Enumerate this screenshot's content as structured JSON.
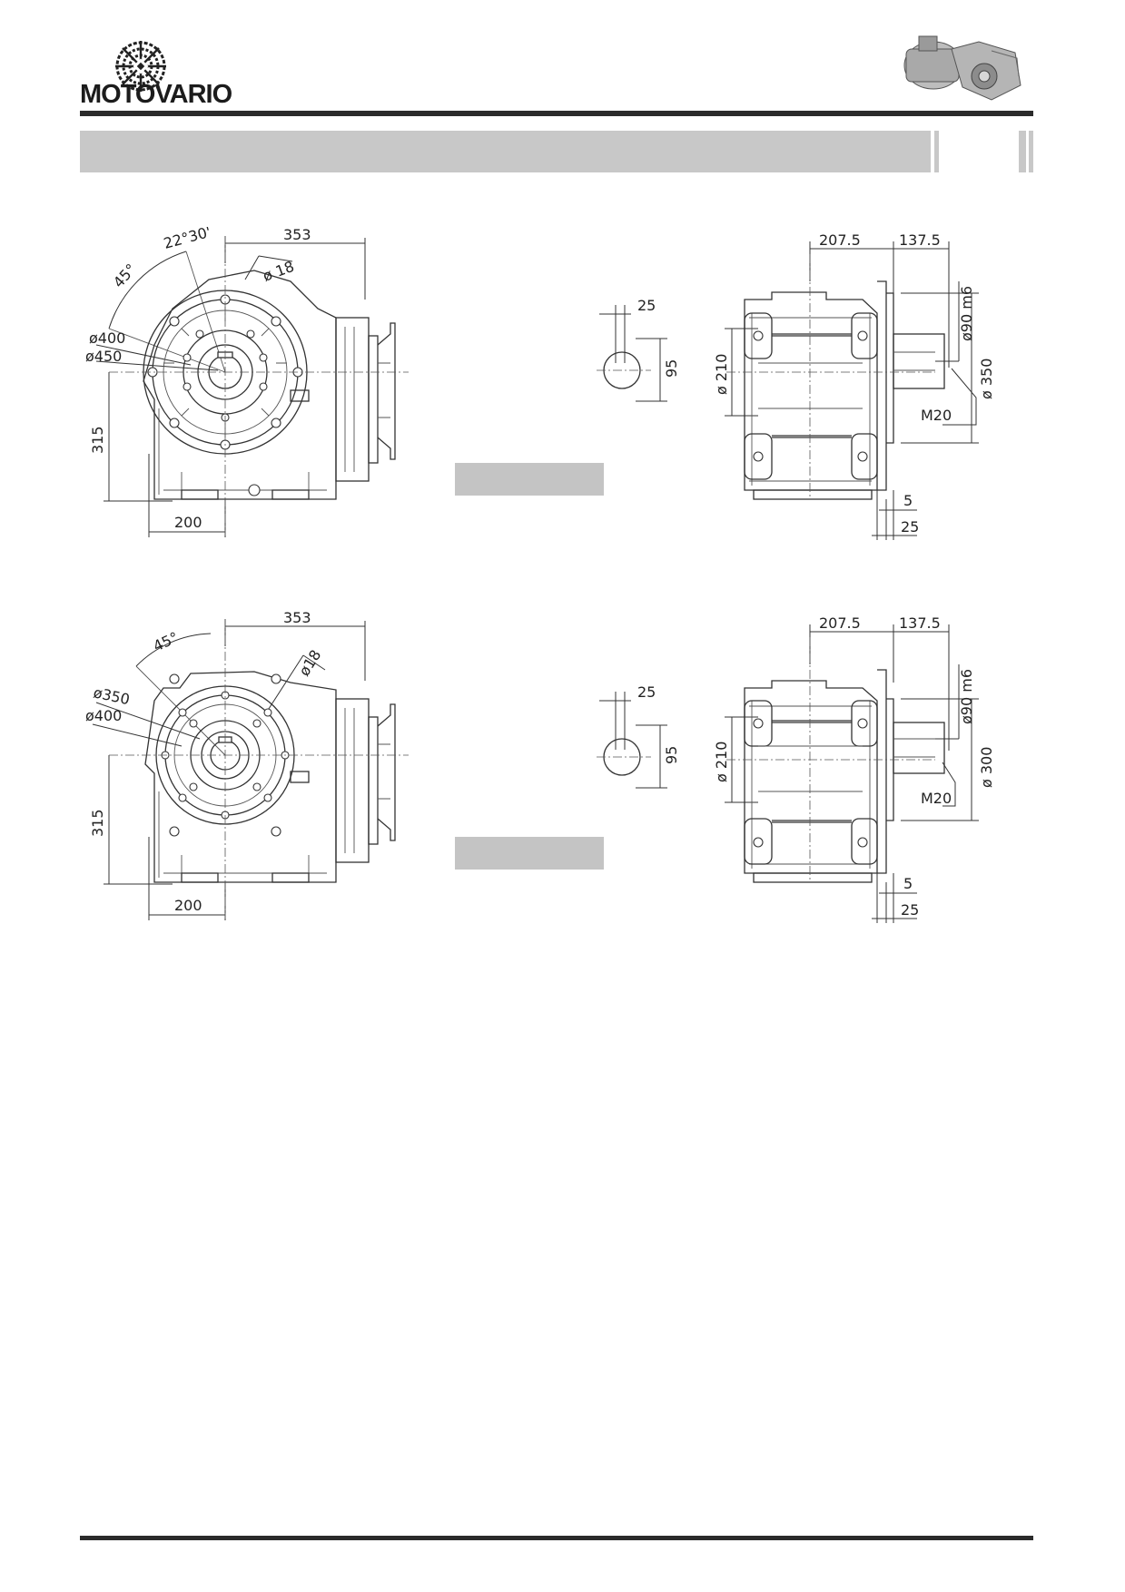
{
  "header": {
    "brand": "MOTOVARIO"
  },
  "drawing_1": {
    "front": {
      "angle_a": "22°30'",
      "angle_b": "45°",
      "width_right": "353",
      "hole_dia": "ø 18",
      "bolt_circle": "ø400",
      "flange_dia": "ø450",
      "height": "315",
      "width_left": "200"
    },
    "shaft": {
      "key_width": "25",
      "key_height": "95"
    },
    "side": {
      "dim_left": "207.5",
      "dim_right": "137.5",
      "shaft_dia": "ø90  m6",
      "housing_dia": "ø 210",
      "flange_dia": "ø 350",
      "thread": "M20",
      "dim_5": "5",
      "dim_25": "25"
    }
  },
  "drawing_2": {
    "front": {
      "angle_b": "45°",
      "width_right": "353",
      "hole_dia": "ø18",
      "bolt_circle": "ø350",
      "flange_dia": "ø400",
      "height": "315",
      "width_left": "200"
    },
    "shaft": {
      "key_width": "25",
      "key_height": "95"
    },
    "side": {
      "dim_left": "207.5",
      "dim_right": "137.5",
      "shaft_dia": "ø90  m6",
      "housing_dia": "ø 210",
      "flange_dia": "ø 300",
      "thread": "M20",
      "dim_5": "5",
      "dim_25": "25"
    }
  }
}
